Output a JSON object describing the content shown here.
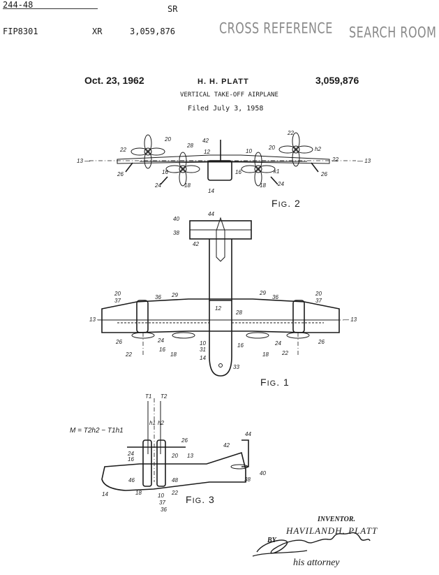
{
  "header": {
    "classification": "244-48",
    "class_code": "SR",
    "file_code": "FIP8301",
    "xr_label": "XR",
    "patent_number_header": "3,059,876",
    "stamp_left": "CROSS REFERENCE",
    "stamp_right": "SEARCH ROOM"
  },
  "title_block": {
    "date": "Oct. 23, 1962",
    "inventor_short": "H. H. PLATT",
    "patent_number": "3,059,876",
    "title": "VERTICAL TAKE-OFF AIRPLANE",
    "filed": "Filed July 3, 1958"
  },
  "figures": {
    "fig2": {
      "label": "Fig. 2",
      "refs": [
        "13",
        "13",
        "20",
        "20",
        "22",
        "22",
        "22",
        "10",
        "12",
        "14",
        "16",
        "16",
        "18",
        "18",
        "24",
        "24",
        "26",
        "26",
        "28",
        "42",
        "k1",
        "h2"
      ]
    },
    "fig1": {
      "label": "Fig. 1",
      "refs": [
        "40",
        "38",
        "44",
        "42",
        "20",
        "37",
        "36",
        "29",
        "29",
        "36",
        "20",
        "37",
        "13",
        "13",
        "12",
        "28",
        "26",
        "24",
        "16",
        "18",
        "10",
        "31",
        "14",
        "33",
        "16",
        "24",
        "18",
        "22",
        "22",
        "26"
      ]
    },
    "fig3": {
      "label": "Fig. 3",
      "moment_formula": "M = T2h2 − T1h1",
      "thrust_labels": [
        "T1",
        "T2"
      ],
      "height_labels": [
        "h1",
        "h2"
      ],
      "refs": [
        "44",
        "42",
        "26",
        "24",
        "16",
        "20",
        "13",
        "46",
        "48",
        "40",
        "38",
        "14",
        "18",
        "22",
        "10",
        "37",
        "36"
      ]
    }
  },
  "signature_block": {
    "inventor_caption": "INVENTOR.",
    "inventor_name": "HAVILANDH. PLATT",
    "by": "BY",
    "signature": "Leonard L. Kalish",
    "attorney": "his attorney"
  }
}
